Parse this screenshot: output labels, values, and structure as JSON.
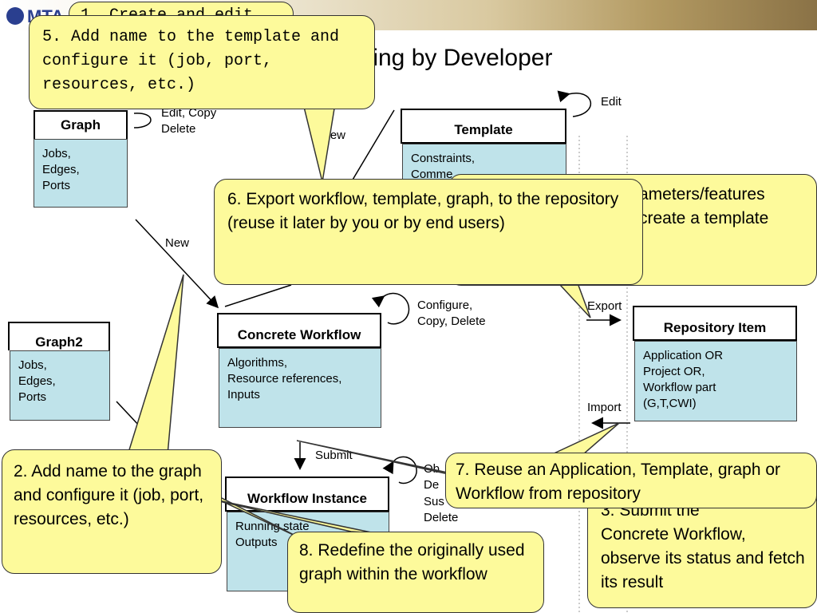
{
  "header": {
    "logo_text": "MTA"
  },
  "title": "lling by Developer",
  "entities": {
    "graph": {
      "title": "Graph",
      "body": "Jobs,\nEdges,\nPorts"
    },
    "template": {
      "title": "Template",
      "body": "Constraints,\nComme"
    },
    "graph2": {
      "title": "Graph2",
      "body": "Jobs,\nEdges,\nPorts"
    },
    "concrete_workflow": {
      "title": "Concrete Workflow",
      "body": "Algorithms,\nResource references,\nInputs"
    },
    "workflow_instance": {
      "title": "Workflow Instance",
      "body": "Running state\nOutputs"
    },
    "repository_item": {
      "title": "Repository Item",
      "body": "Application OR\nProject OR,\nWorkflow part\n(G,T,CWI)"
    }
  },
  "labels": {
    "edit_copy_delete": "Edit, Copy\nDelete",
    "new_top": "New",
    "edit": "Edit",
    "new_left": "New",
    "configure_copy_delete": "Configure,\nCopy, Delete",
    "export": "Export",
    "import": "Import",
    "submit": "Submit",
    "observe_partial": "Ob",
    "de_partial": "De",
    "suspend_delete": "Sus\nDelete"
  },
  "callouts": {
    "c1_hidden": "1. Create and edit the",
    "c5": "5. Add name to the template and configure it (job, port, resources, etc.)",
    "c4": "ameters/features\ncreate a template",
    "c6": "6. Export workflow, template, graph, to the repository (reuse it later by you or by end users)",
    "c2": "2. Add name to the graph and configure it (job, port, resources, etc.)",
    "c3": "3. Submit the\nConcrete Workflow, observe its status and fetch its result",
    "c7": "7. Reuse an Application, Template, graph or Workflow from repository",
    "c8": "8. Redefine the originally used graph within the workflow"
  },
  "colors": {
    "callout_fill": "#fdfa9b",
    "entity_body_fill": "#bfe3ea",
    "logo_blue": "#2a3f8f"
  }
}
